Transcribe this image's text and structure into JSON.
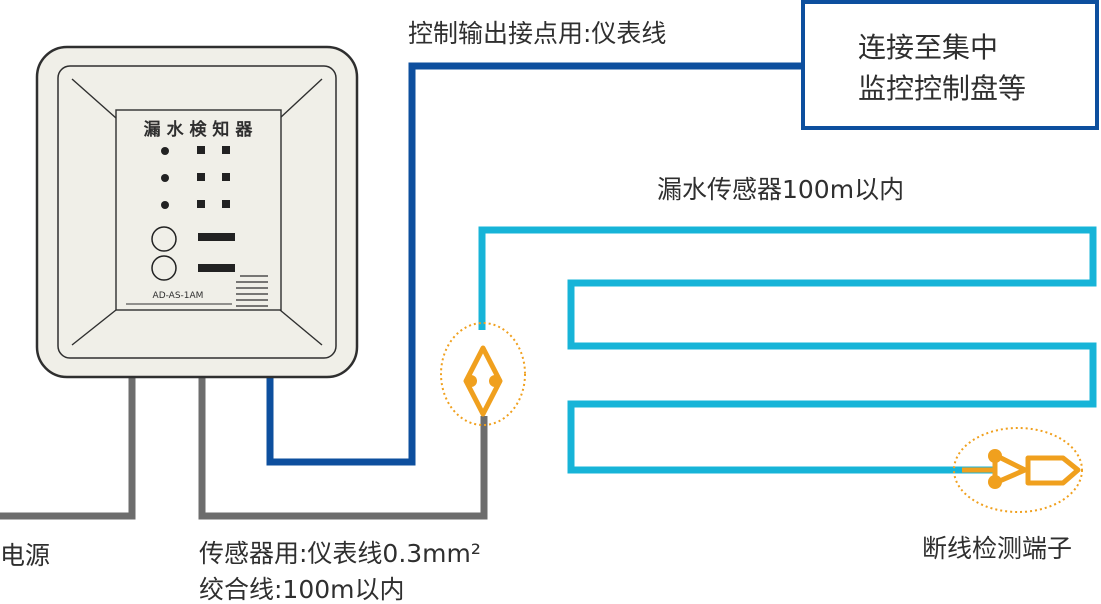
{
  "device": {
    "name": "漏 水 検 知 器",
    "model": "AD-AS-1AM"
  },
  "labels": {
    "control_output": "控制输出接点用:仪表线",
    "destination_line1": "连接至集中",
    "destination_line2": "监控控制盘等",
    "sensor_length": "漏水传感器100m以内",
    "power": "电源",
    "sensor_cable_line1": "传感器用:仪表线0.3mm²",
    "sensor_cable_line2": "绞合线:100m以内",
    "break_terminal": "断线检测端子"
  },
  "colors": {
    "signal_line": "#0d4f9e",
    "cable_gray": "#6d6d6d",
    "sensor_cyan": "#17b4d8",
    "connector_orange": "#f0a01e",
    "panel_fill": "#f0efe8"
  }
}
